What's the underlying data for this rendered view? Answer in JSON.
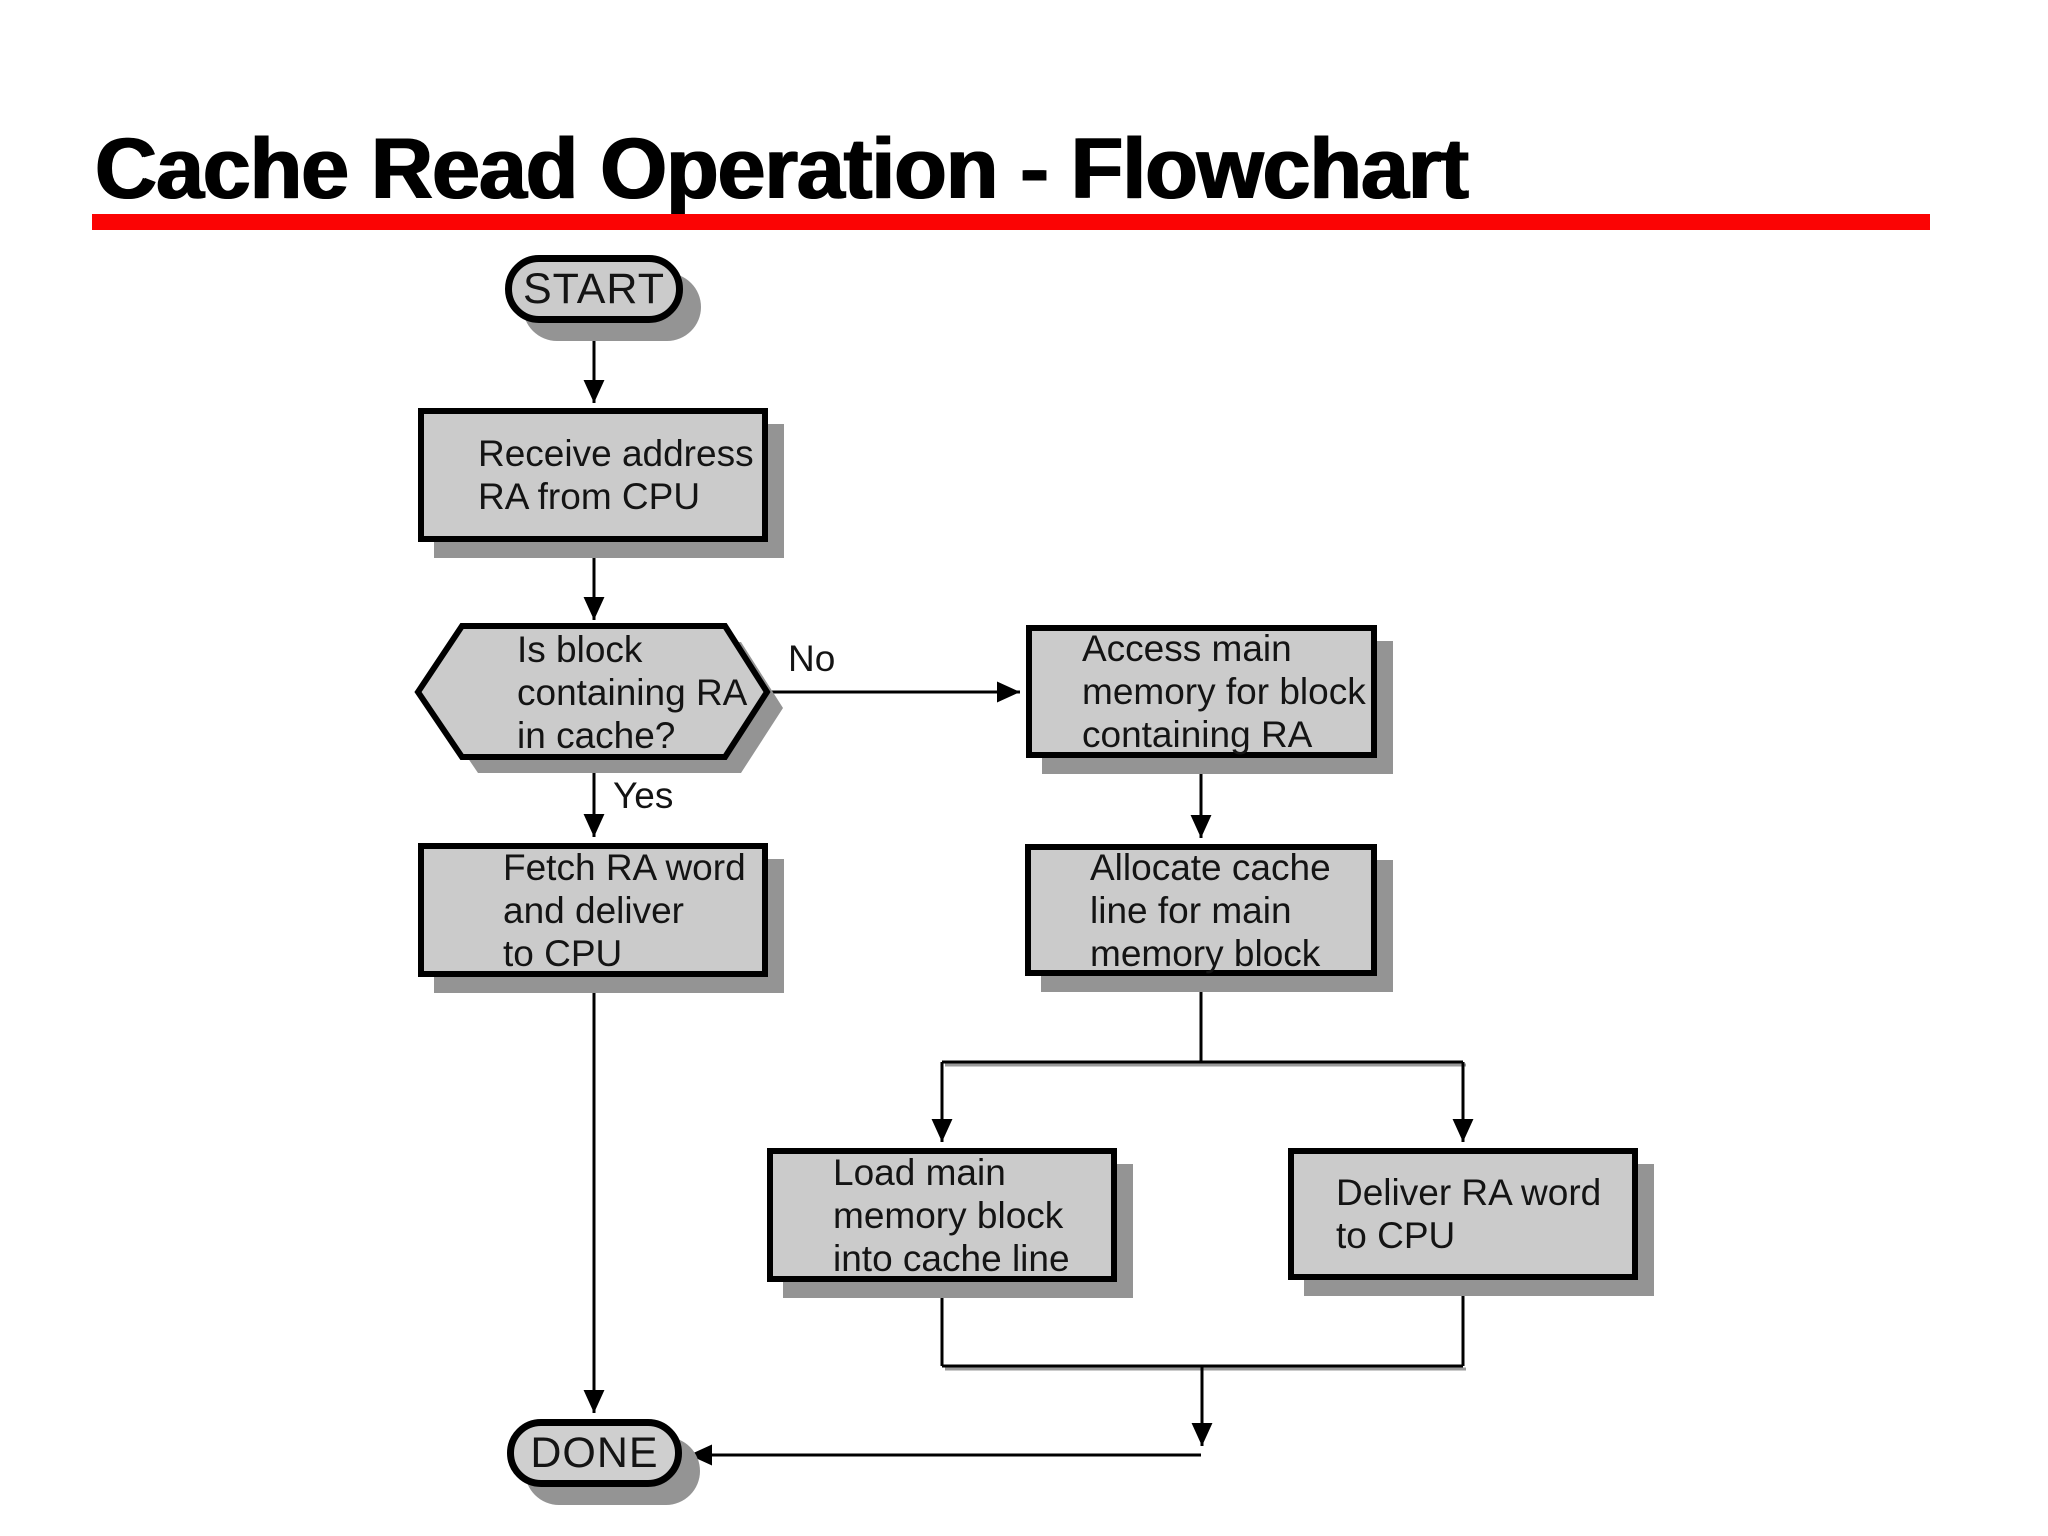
{
  "slide": {
    "title": "Cache Read Operation - Flowchart"
  },
  "colors": {
    "title_underline": "#fb0404",
    "node_fill": "#cbcbcb",
    "node_border": "#000000",
    "node_shadow": "#949494",
    "connector": "#000000",
    "background": "#ffffff"
  },
  "nodes": {
    "start": {
      "type": "terminator",
      "label": "START"
    },
    "receive": {
      "type": "process",
      "lines": [
        "Receive address",
        "RA from CPU"
      ]
    },
    "decision": {
      "type": "decision",
      "lines": [
        "Is block",
        "containing RA",
        "in cache?"
      ]
    },
    "access": {
      "type": "process",
      "lines": [
        "Access main",
        "memory for block",
        "containing RA"
      ]
    },
    "fetch": {
      "type": "process",
      "lines": [
        "Fetch RA word",
        "and deliver",
        "to CPU"
      ]
    },
    "allocate": {
      "type": "process",
      "lines": [
        "Allocate cache",
        "line for main",
        "memory block"
      ]
    },
    "load": {
      "type": "process",
      "lines": [
        "Load main",
        "memory block",
        "into cache line"
      ]
    },
    "deliver": {
      "type": "process",
      "lines": [
        "Deliver RA word",
        "to CPU"
      ]
    },
    "done": {
      "type": "terminator",
      "label": "DONE"
    }
  },
  "edges": [
    {
      "from": "start",
      "to": "receive"
    },
    {
      "from": "receive",
      "to": "decision"
    },
    {
      "from": "decision",
      "to": "access",
      "label": "No"
    },
    {
      "from": "decision",
      "to": "fetch",
      "label": "Yes"
    },
    {
      "from": "access",
      "to": "allocate"
    },
    {
      "from": "allocate",
      "to": "load"
    },
    {
      "from": "allocate",
      "to": "deliver"
    },
    {
      "from": "fetch",
      "to": "done"
    },
    {
      "from": "load",
      "to": "done"
    },
    {
      "from": "deliver",
      "to": "done"
    }
  ]
}
